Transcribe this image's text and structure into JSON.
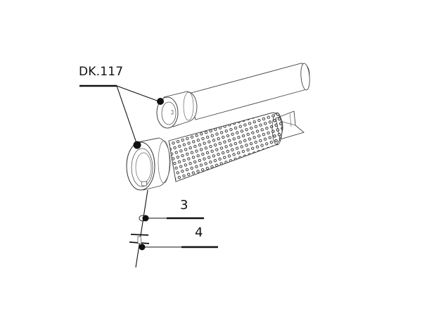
{
  "diagram": {
    "type": "exploded-parts-diagram",
    "background": "#ffffff",
    "line_color": "#111111",
    "callouts": [
      {
        "id": "main",
        "label": "DK.117",
        "targets": [
          "upper-tube-end-cap",
          "lower-baffle-end-cap"
        ]
      },
      {
        "id": "part-3",
        "label": "3",
        "target": "washer"
      },
      {
        "id": "part-4",
        "label": "4",
        "target": "screw"
      }
    ],
    "parts": [
      {
        "id": "upper-tube",
        "description": "plain cylindrical tube with collar end"
      },
      {
        "id": "lower-baffle",
        "description": "perforated cylindrical baffle with flanged end cap and slotted fin tip"
      },
      {
        "id": "washer",
        "description": "small washer on assembly axis"
      },
      {
        "id": "screw",
        "description": "fastener on assembly axis"
      }
    ]
  }
}
